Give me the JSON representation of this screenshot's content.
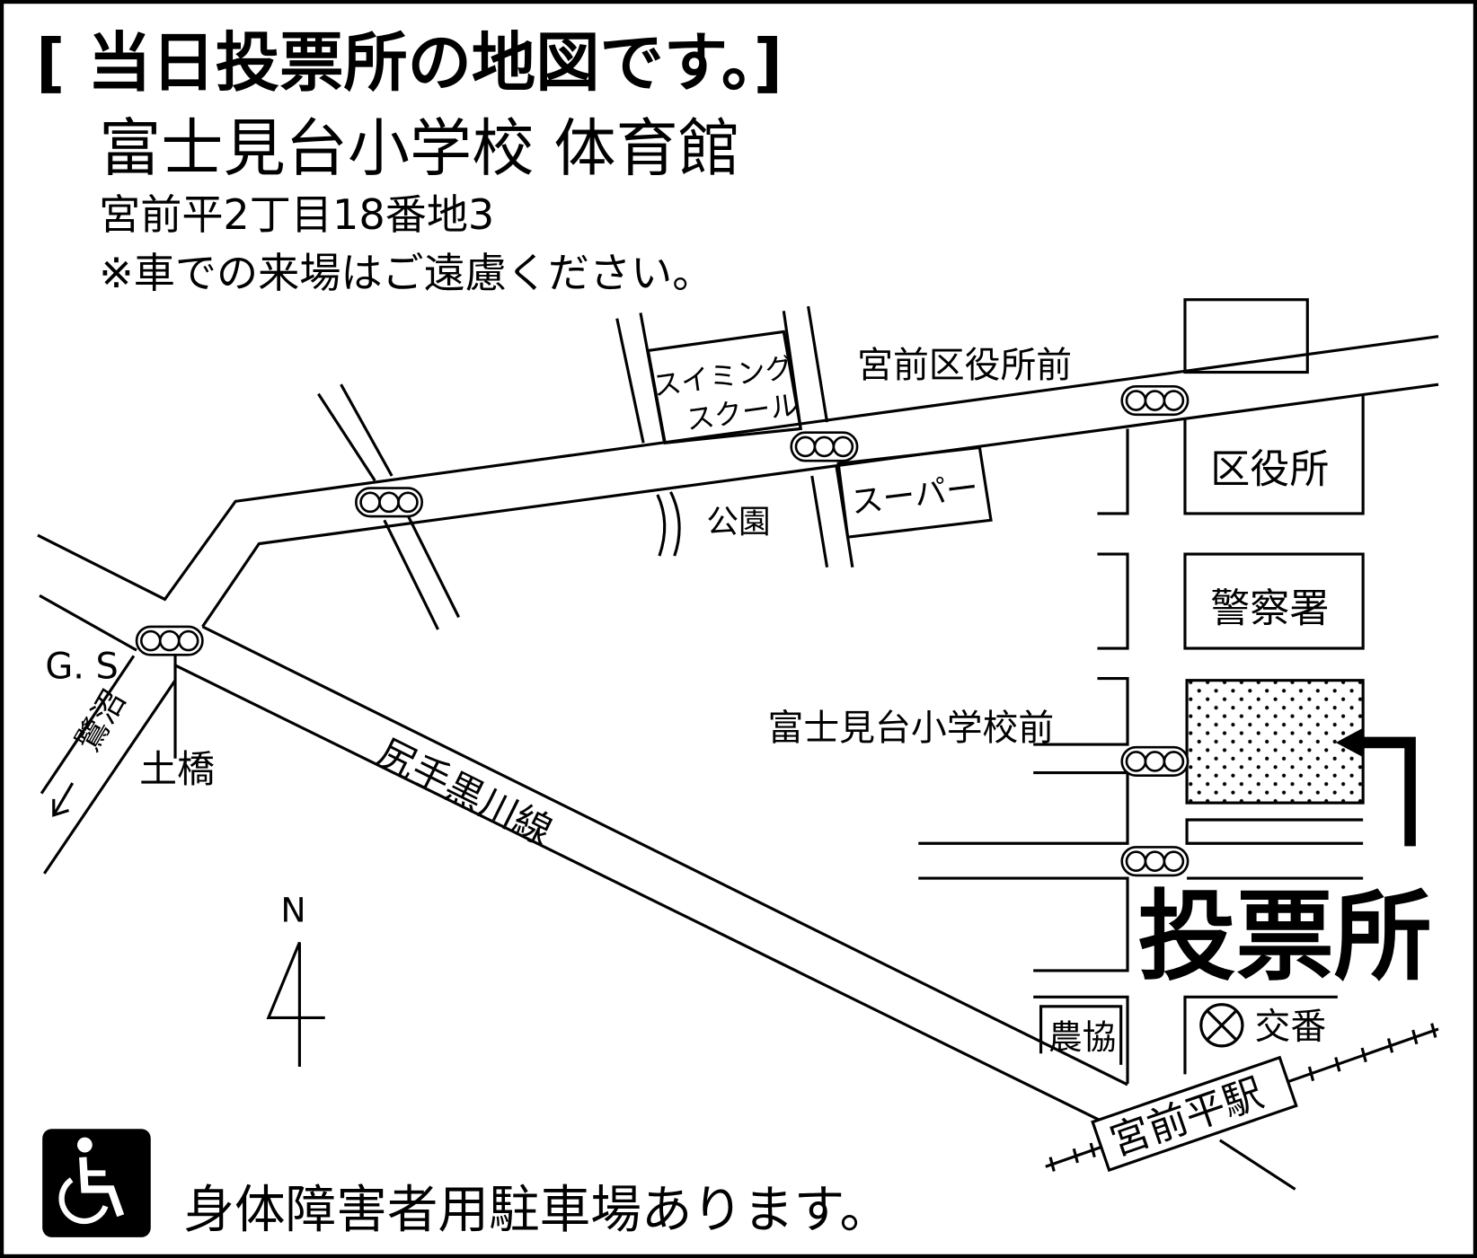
{
  "header": {
    "title": "[ 当日投票所の地図です。]",
    "venue": "富士見台小学校 体育館",
    "address": "宮前平2丁目18番地3",
    "note": "※車での来場はご遠慮ください。"
  },
  "map": {
    "labels": {
      "swimming_1": "スイミング",
      "swimming_2": "スクール",
      "ward_office_front": "宮前区役所前",
      "ward_office": "区役所",
      "supermarket": "スーパー",
      "park": "公園",
      "police": "警察署",
      "school_front": "富士見台小学校前",
      "gas_station": "G. S",
      "saginuma": "鷺沼",
      "dobashi": "土橋",
      "route": "尻手黒川線",
      "north": "N",
      "polling_place": "投票所",
      "ja": "農協",
      "koban": "交番",
      "station": "宮前平駅"
    }
  },
  "footer": {
    "accessible_parking": "身体障害者用駐車場あります。"
  }
}
